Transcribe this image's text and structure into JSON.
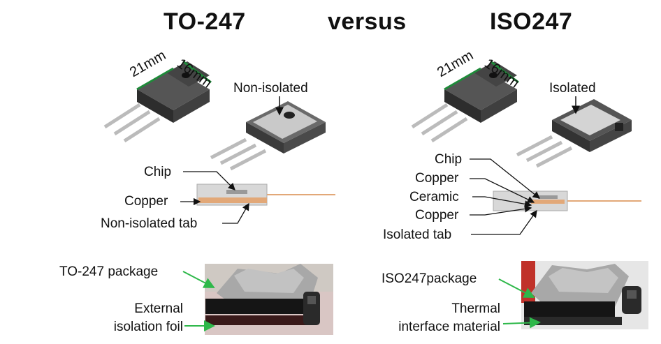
{
  "titles": {
    "left": "TO-247",
    "middle": "versus",
    "right": "ISO247"
  },
  "dims": {
    "length": "21mm",
    "width": "16mm"
  },
  "left": {
    "package_state": "Non-isolated",
    "layers": [
      "Chip",
      "Copper",
      "Non-isolated tab"
    ],
    "photo": {
      "package": "TO-247 package",
      "foil_line1": "External",
      "foil_line2": "isolation foil"
    }
  },
  "right": {
    "package_state": "Isolated",
    "layers": [
      "Chip",
      "Copper",
      "Ceramic",
      "Copper",
      "Isolated tab"
    ],
    "photo": {
      "package": "ISO247package",
      "tim_line1": "Thermal",
      "tim_line2": "interface material"
    }
  },
  "colors": {
    "dimension": "#1f8a3a",
    "arrow_photo": "#2eb84a",
    "copper": "#e2a878",
    "package_dark": "#3a3a3a"
  }
}
